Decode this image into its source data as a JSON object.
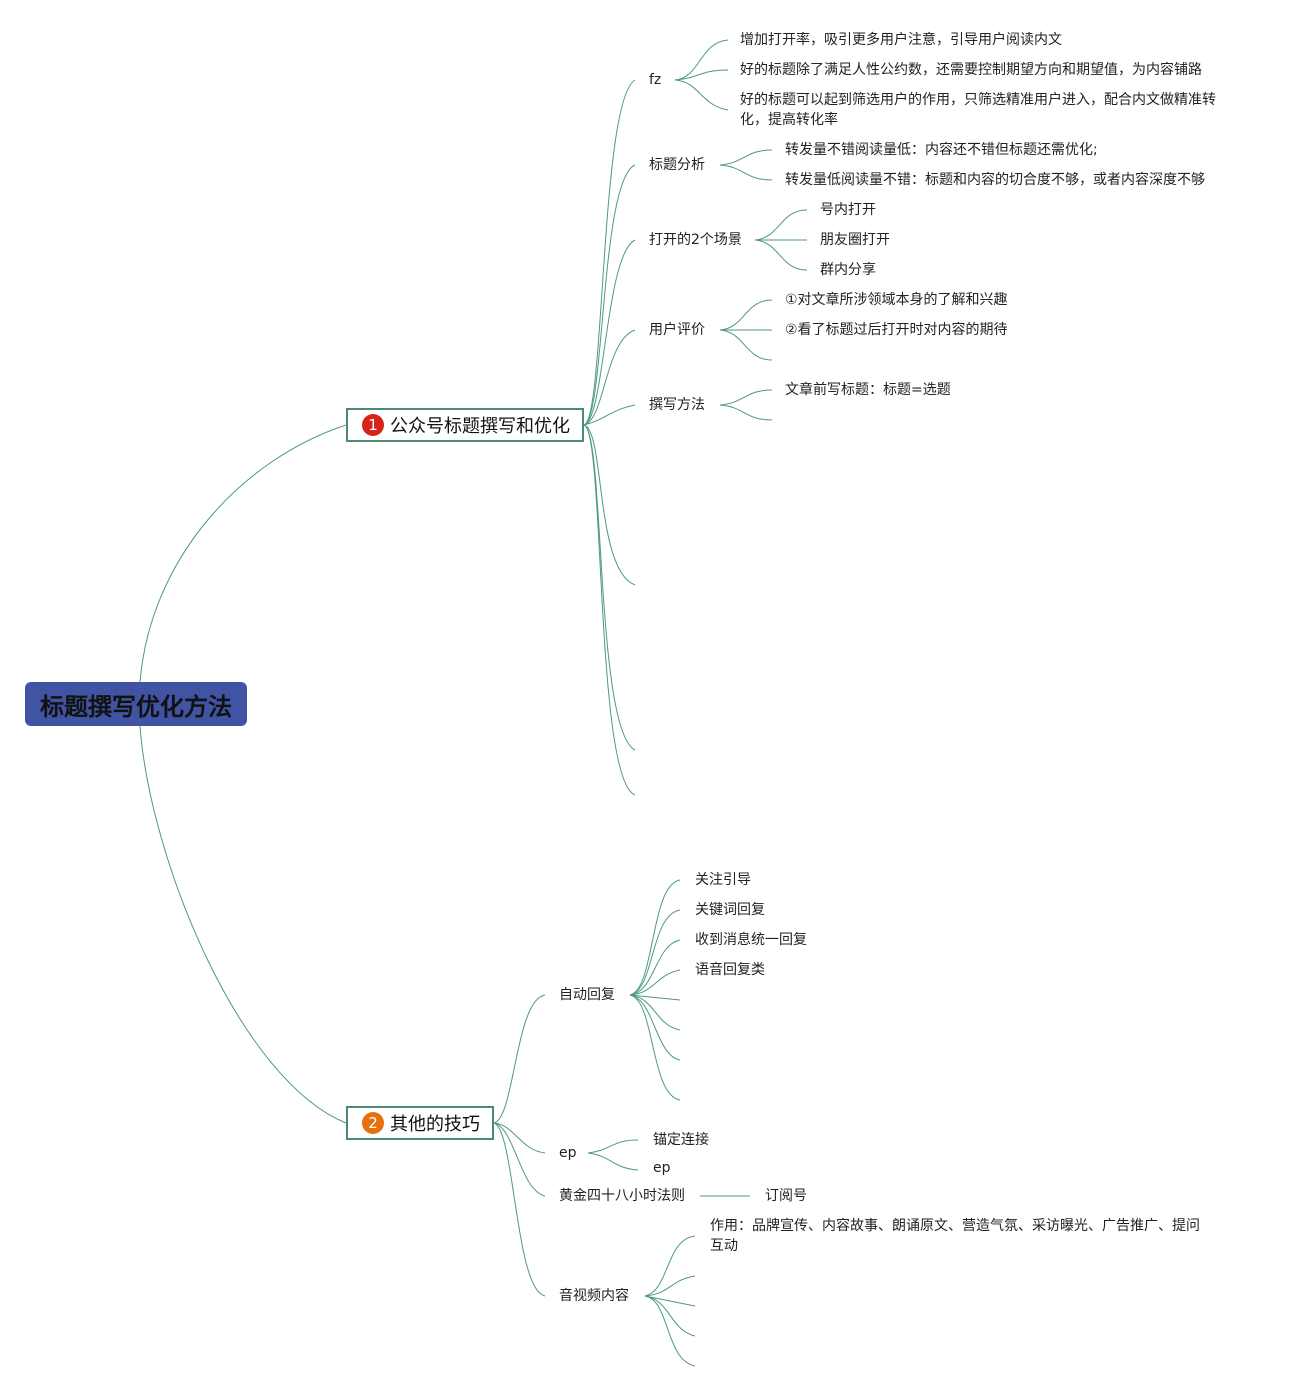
{
  "colors": {
    "root_fill": "#4054a3",
    "branch_border": "#4e8a72",
    "link": "#4e9a7f",
    "badge1": "#d62518",
    "badge2": "#e5700f"
  },
  "root": "标题撰写优化方法",
  "branch1": {
    "badge": "1",
    "label": "公众号标题撰写和优化",
    "fz": {
      "label": "fz",
      "items": [
        "增加打开率，吸引更多用户注意，引导用户阅读内文",
        "好的标题除了满足人性公约数，还需要控制期望方向和期望值，为内容铺路",
        "好的标题可以起到筛选用户的作用，只筛选精准用户进入，配合内文做精准转化，提高转化率"
      ]
    },
    "analysis": {
      "label": "标题分析",
      "items": [
        "转发量不错阅读量低：内容还不错但标题还需优化;",
        "转发量低阅读量不错：标题和内容的切合度不够，或者内容深度不够"
      ]
    },
    "scenes": {
      "label": "打开的2个场景",
      "items": [
        "号内打开",
        "朋友圈打开",
        "群内分享"
      ]
    },
    "review": {
      "label": "用户评价",
      "items": [
        "①对文章所涉领域本身的了解和兴趣",
        "②看了标题过后打开时对内容的期待"
      ]
    },
    "method": {
      "label": "撰写方法",
      "items": [
        "文章前写标题：标题=选题"
      ]
    }
  },
  "branch2": {
    "badge": "2",
    "label": "其他的技巧",
    "autoreply": {
      "label": "自动回复",
      "items": [
        "关注引导",
        "关键词回复",
        "收到消息统一回复",
        "语音回复类"
      ]
    },
    "ep": {
      "label": "ep",
      "items": [
        "锚定连接",
        "ep"
      ]
    },
    "golden": {
      "label": "黄金四十八小时法则",
      "items": [
        "订阅号"
      ]
    },
    "av": {
      "label": "音视频内容",
      "items": [
        "作用：品牌宣传、内容故事、朗诵原文、营造气氛、采访曝光、广告推广、提问互动"
      ]
    }
  }
}
